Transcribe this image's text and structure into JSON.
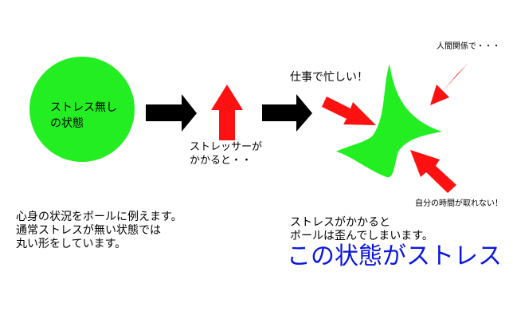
{
  "diagram": {
    "circle_text_line1": "ストレス無し",
    "circle_text_line2": "の状態",
    "stressor_text_line1": "ストレッサーが",
    "stressor_text_line2": "かかると・・",
    "work_text": "仕事で忙しい！",
    "relations_text": "人間関係で・・・",
    "time_text": "自分の時間が取れない！",
    "left_para": [
      "心身の状況をボールに例えます。",
      "通常ストレスが無い状態では",
      "丸い形をしています。"
    ],
    "right_para": [
      "ストレスがかかると",
      "ボールは歪んでしまいます。"
    ],
    "conclusion": "この状態がストレス",
    "colors": {
      "green": "#22ee22",
      "red": "#ff1111",
      "black": "#000000",
      "blue": "#0b16dd"
    }
  }
}
